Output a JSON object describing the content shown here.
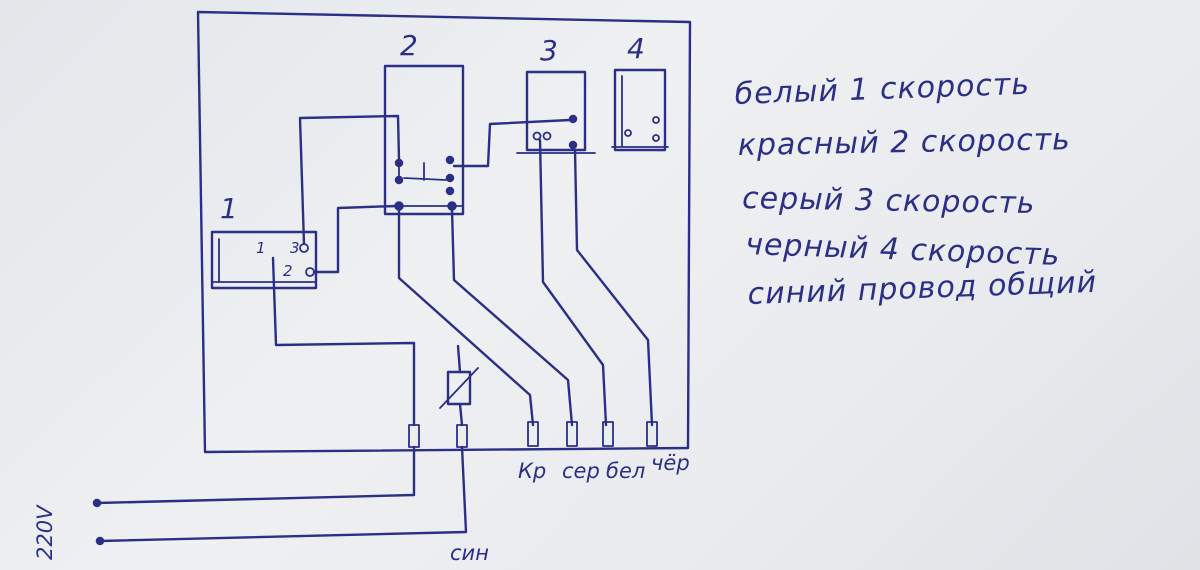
{
  "blocks": {
    "b1": {
      "label": "1",
      "terminals": [
        "1",
        "3",
        "2"
      ]
    },
    "b2": {
      "label": "2"
    },
    "b3": {
      "label": "3"
    },
    "b4": {
      "label": "4"
    }
  },
  "wires": {
    "kr": "Кр",
    "ser": "сер",
    "bel": "бел",
    "cher": "чёр",
    "sin": "син"
  },
  "voltage": "220V",
  "legend": [
    "белый 1 скорость",
    "красный 2 скорость",
    "серый 3 скорость",
    "черный 4 скорость",
    "синий провод общий"
  ],
  "colors": {
    "ink": "#2b2f86",
    "paper": "#e9ebee"
  }
}
